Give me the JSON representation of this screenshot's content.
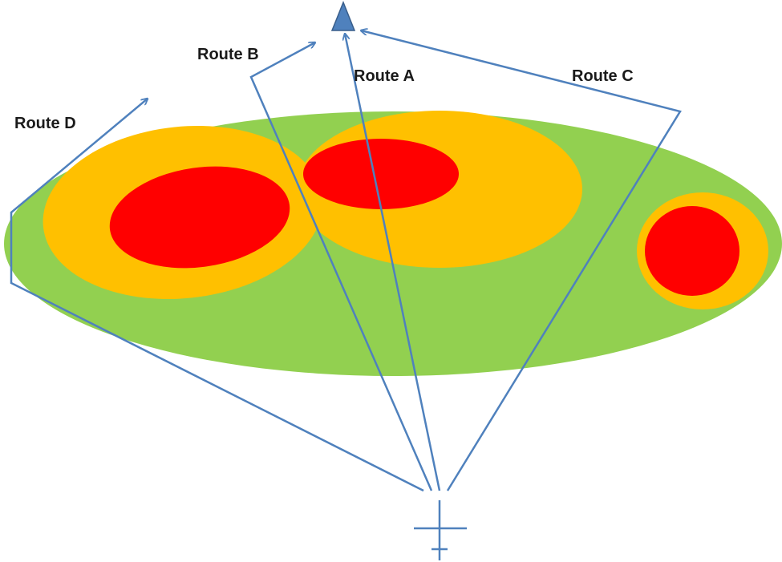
{
  "routes": {
    "a": {
      "label": "Route A"
    },
    "b": {
      "label": "Route B"
    },
    "c": {
      "label": "Route C"
    },
    "d": {
      "label": "Route D"
    }
  },
  "colors": {
    "outer_zone": "#92d050",
    "middle_zone": "#ffc000",
    "inner_zone": "#ff0000",
    "route_line": "#4f81bd",
    "target_fill": "#4f81bd",
    "target_stroke": "#385d8a",
    "origin_mark": "#4f81bd"
  },
  "icons": {
    "target": "triangle-icon",
    "origin": "cross-icon"
  }
}
